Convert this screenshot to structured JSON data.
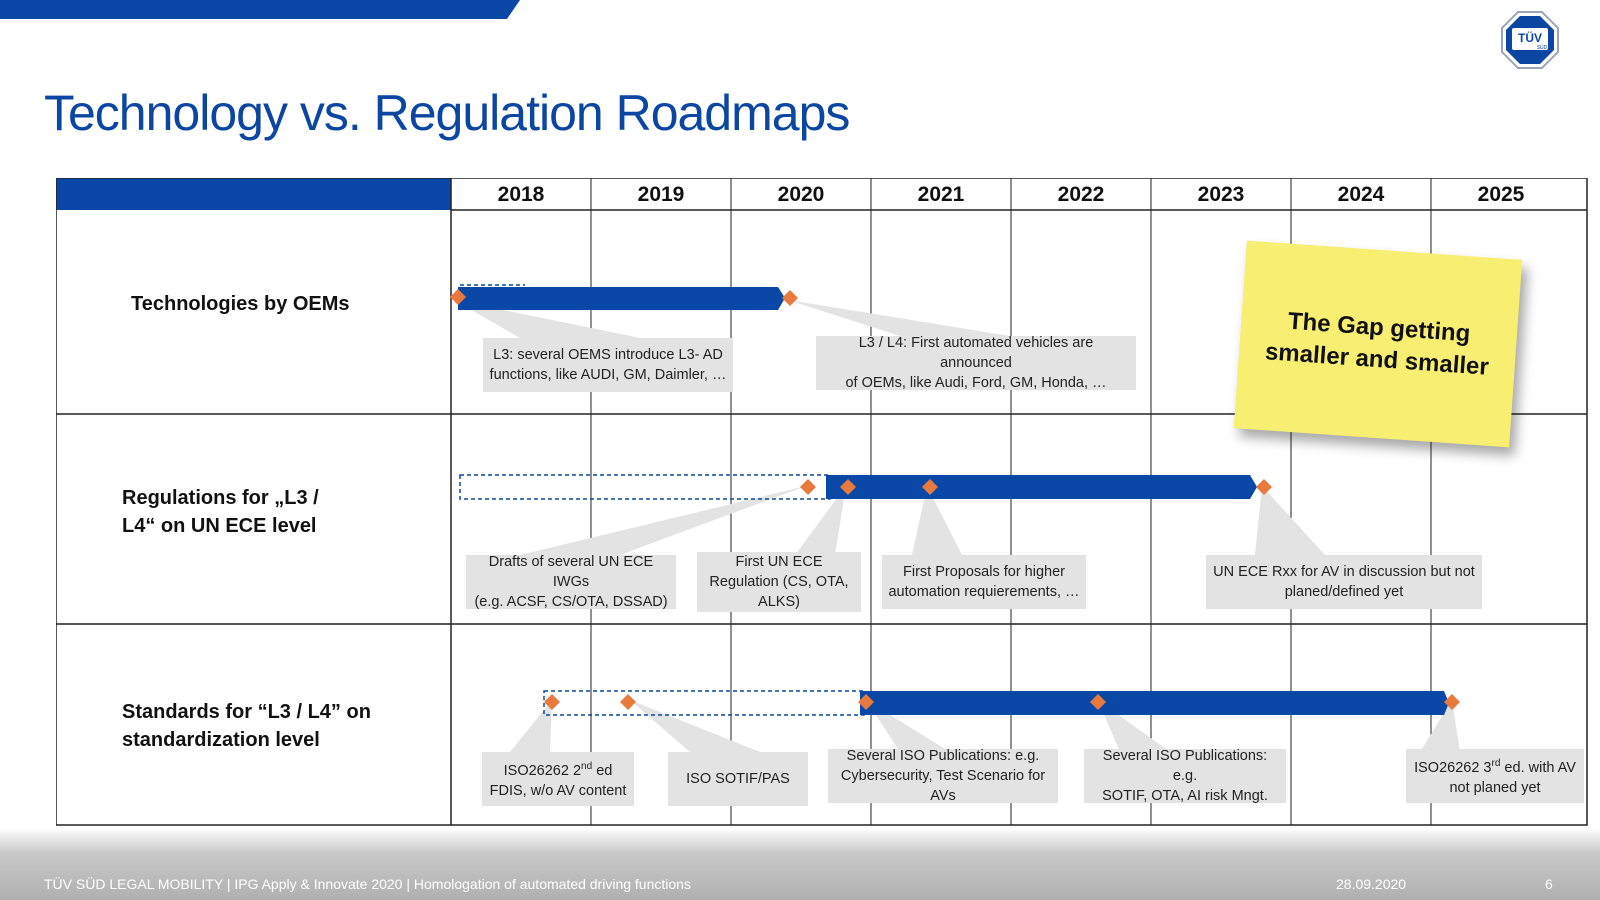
{
  "title": "Technology vs. Regulation Roadmaps",
  "logo": {
    "text_top": "TÜV",
    "text_bottom": "SÜD",
    "color": "#0b46a3"
  },
  "years": [
    "2018",
    "2019",
    "2020",
    "2021",
    "2022",
    "2023",
    "2024",
    "2025"
  ],
  "rows": [
    {
      "label_line1": "Technologies by OEMs",
      "label_line2": ""
    },
    {
      "label_line1": "Regulations for „L3 /",
      "label_line2": "L4“ on UN ECE level"
    },
    {
      "label_line1": "Standards for “L3 / L4” on",
      "label_line2": "standardization level"
    }
  ],
  "callouts": {
    "oem_l3": {
      "line1": "L3: several OEMS introduce L3- AD",
      "line2": "functions, like AUDI, GM, Daimler, …"
    },
    "oem_l4": {
      "line1": "L3 / L4: First automated vehicles are announced",
      "line2": "of OEMs, like Audi, Ford, GM, Honda, …"
    },
    "reg_drafts": {
      "line1": "Drafts of several UN ECE IWGs",
      "line2": "(e.g. ACSF, CS/OTA, DSSAD)"
    },
    "reg_first": {
      "line1": "First UN ECE",
      "line2": "Regulation (CS, OTA,",
      "line3": "ALKS)"
    },
    "reg_proposals": {
      "line1": "First Proposals for higher",
      "line2": "automation requierements, …"
    },
    "reg_rxx": {
      "line1": "UN ECE Rxx for AV in discussion but not",
      "line2": "planed/defined yet"
    },
    "std_iso2": {
      "pre": "ISO26262 2",
      "sup": "nd",
      "post": " ed",
      "line2": "FDIS, w/o AV content"
    },
    "std_sotif": {
      "line1": "ISO SOTIF/PAS"
    },
    "std_pub1": {
      "line1": "Several ISO Publications: e.g.",
      "line2": "Cybersecurity, Test Scenario for AVs"
    },
    "std_pub2": {
      "line1": "Several ISO Publications: e.g.",
      "line2": "SOTIF, OTA, AI risk Mngt."
    },
    "std_iso3": {
      "pre": "ISO26262 3",
      "sup": "rd",
      "post": " ed. with AV",
      "line2": "not planed yet"
    }
  },
  "sticky_note": {
    "line1": "The Gap getting",
    "line2": "smaller and smaller"
  },
  "colors": {
    "brand_blue": "#0b46a3",
    "bar_blue": "#0a48a8",
    "milestone": "#e87a3e",
    "note": "#f8ee72"
  },
  "footer": {
    "text": "TÜV SÜD LEGAL MOBILITY | IPG Apply & Innovate 2020 | Homologation of automated driving functions",
    "date": "28.09.2020",
    "page": "6"
  }
}
